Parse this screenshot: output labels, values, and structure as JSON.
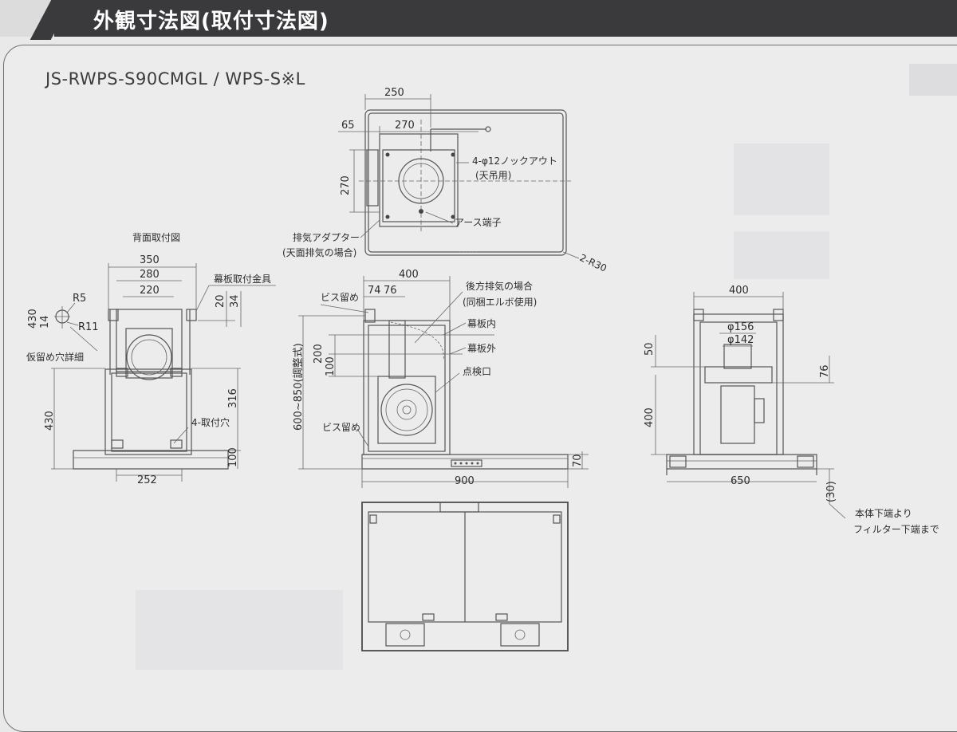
{
  "header": {
    "title": "外観寸法図(取付寸法図)"
  },
  "model": "JS-RWPS-S90CMGL / WPS-S※L",
  "top_view": {
    "dims": {
      "d250": "250",
      "d65": "65",
      "d270": "270",
      "d270v": "270"
    },
    "labels": {
      "knockout": "4-φ12ノックアウト",
      "knockout_sub": "(天吊用)",
      "earth": "アース端子",
      "adapter": "排気アダプター",
      "adapter_sub": "(天面排気の場合)",
      "corner": "2-R30"
    }
  },
  "rear_view": {
    "title": "背面取付図",
    "dims": {
      "d350": "350",
      "d280": "280",
      "d220": "220",
      "d20": "20",
      "d34": "34",
      "d430a": "430",
      "d14": "14",
      "r5": "R5",
      "r11": "R11",
      "d430b": "430",
      "d316": "316",
      "d100": "100",
      "d252": "252"
    },
    "labels": {
      "bracket": "幕板取付金具",
      "temp_hole": "仮留め穴詳細",
      "mount_holes": "4-取付穴"
    }
  },
  "front_view": {
    "dims": {
      "d400": "400",
      "d74": "74",
      "d76": "76",
      "d200": "200",
      "d100": "100",
      "height": "600~850(調整式)",
      "d900": "900",
      "d70": "70"
    },
    "labels": {
      "screw_top": "ビス留め",
      "rear_exhaust": "後方排気の場合",
      "rear_exhaust_sub": "(同梱エルボ使用)",
      "inner_panel": "幕板内",
      "outer_panel": "幕板外",
      "inspection": "点検口",
      "screw_bottom": "ビス留め"
    }
  },
  "side_view": {
    "dims": {
      "d400": "400",
      "phi156": "φ156",
      "phi142": "φ142",
      "d50": "50",
      "d76": "76",
      "d400v": "400",
      "d650": "650",
      "d30": "(30)"
    },
    "labels": {
      "note1": "本体下端より",
      "note2": "フィルター下端まで"
    }
  }
}
